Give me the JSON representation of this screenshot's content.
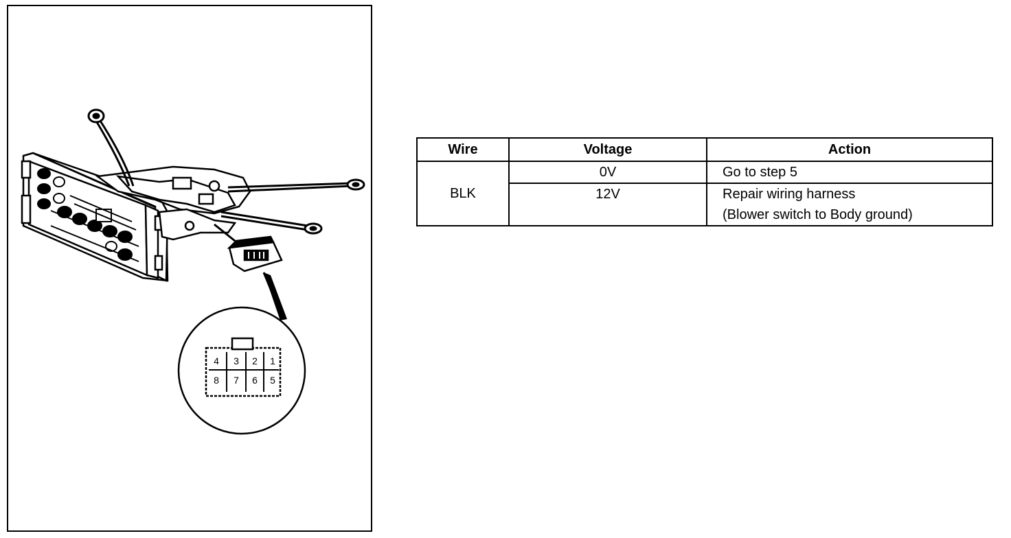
{
  "figure": {
    "connector_pins": {
      "top_row": [
        "4",
        "3",
        "2",
        "1"
      ],
      "bottom_row": [
        "8",
        "7",
        "6",
        "5"
      ]
    }
  },
  "table": {
    "headers": {
      "wire": "Wire",
      "voltage": "Voltage",
      "action": "Action"
    },
    "wire": "BLK",
    "rows": [
      {
        "voltage": "0V",
        "action_lines": [
          "Go to step 5"
        ]
      },
      {
        "voltage": "12V",
        "action_lines": [
          "Repair wiring harness",
          "(Blower switch to Body ground)"
        ]
      }
    ]
  }
}
